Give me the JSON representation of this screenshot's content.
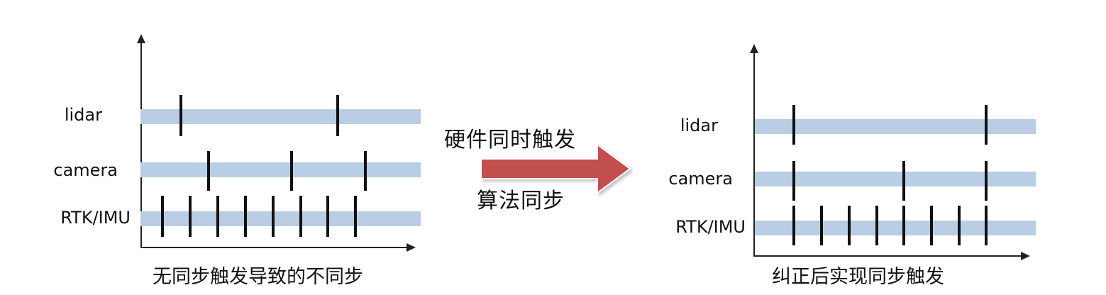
{
  "left": {
    "labels": {
      "lidar": "lidar",
      "camera": "camera",
      "imu": "RTK/IMU"
    },
    "caption": "无同步触发导致的不同步",
    "ticks": {
      "lidar": [
        255,
        476
      ],
      "camera": [
        294,
        411,
        515
      ],
      "imu": [
        229,
        268,
        307,
        346,
        385,
        424,
        462,
        501
      ]
    }
  },
  "right": {
    "labels": {
      "lidar": "lidar",
      "camera": "camera",
      "imu": "RTK/IMU"
    },
    "caption": "纠正后实现同步触发",
    "ticks": {
      "lidar": [
        1119,
        1390
      ],
      "camera": [
        1119,
        1274,
        1390
      ],
      "imu": [
        1119,
        1158,
        1197,
        1236,
        1274,
        1313,
        1352,
        1390
      ]
    }
  },
  "middle": {
    "top_text": "硬件同时触发",
    "bottom_text": "算法同步",
    "arrow_color": "#c0504d"
  },
  "colors": {
    "lane": "#b9cde4",
    "tick": "#111111",
    "axis": "#222222"
  }
}
